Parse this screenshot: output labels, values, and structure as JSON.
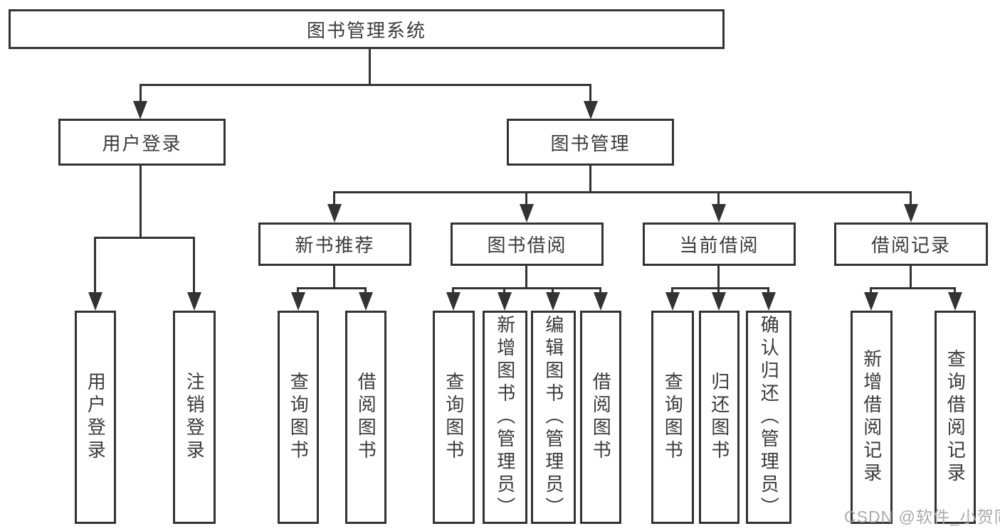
{
  "colors": {
    "line": "#333333",
    "text": "#3a3a3a",
    "background": "#ffffff",
    "watermark": "#aaaaaa"
  },
  "watermark": {
    "text": "CSDN @软件_小贺同学"
  },
  "chart_type": "hierarchy-diagram",
  "tree": {
    "label": "图书管理系统",
    "children": [
      {
        "label": "用户登录",
        "children": [
          {
            "label": "用户登录"
          },
          {
            "label": "注销登录"
          }
        ]
      },
      {
        "label": "图书管理",
        "children": [
          {
            "label": "新书推荐",
            "children": [
              {
                "label": "查询图书"
              },
              {
                "label": "借阅图书"
              }
            ]
          },
          {
            "label": "图书借阅",
            "children": [
              {
                "label": "查询图书"
              },
              {
                "label": "新增图书（管理员）"
              },
              {
                "label": "编辑图书（管理员）"
              },
              {
                "label": "借阅图书"
              }
            ]
          },
          {
            "label": "当前借阅",
            "children": [
              {
                "label": "查询图书"
              },
              {
                "label": "归还图书"
              },
              {
                "label": "确认归还（管理员）"
              }
            ]
          },
          {
            "label": "借阅记录",
            "children": [
              {
                "label": "新增借阅记录"
              },
              {
                "label": "查询借阅记录"
              }
            ]
          }
        ]
      }
    ]
  }
}
